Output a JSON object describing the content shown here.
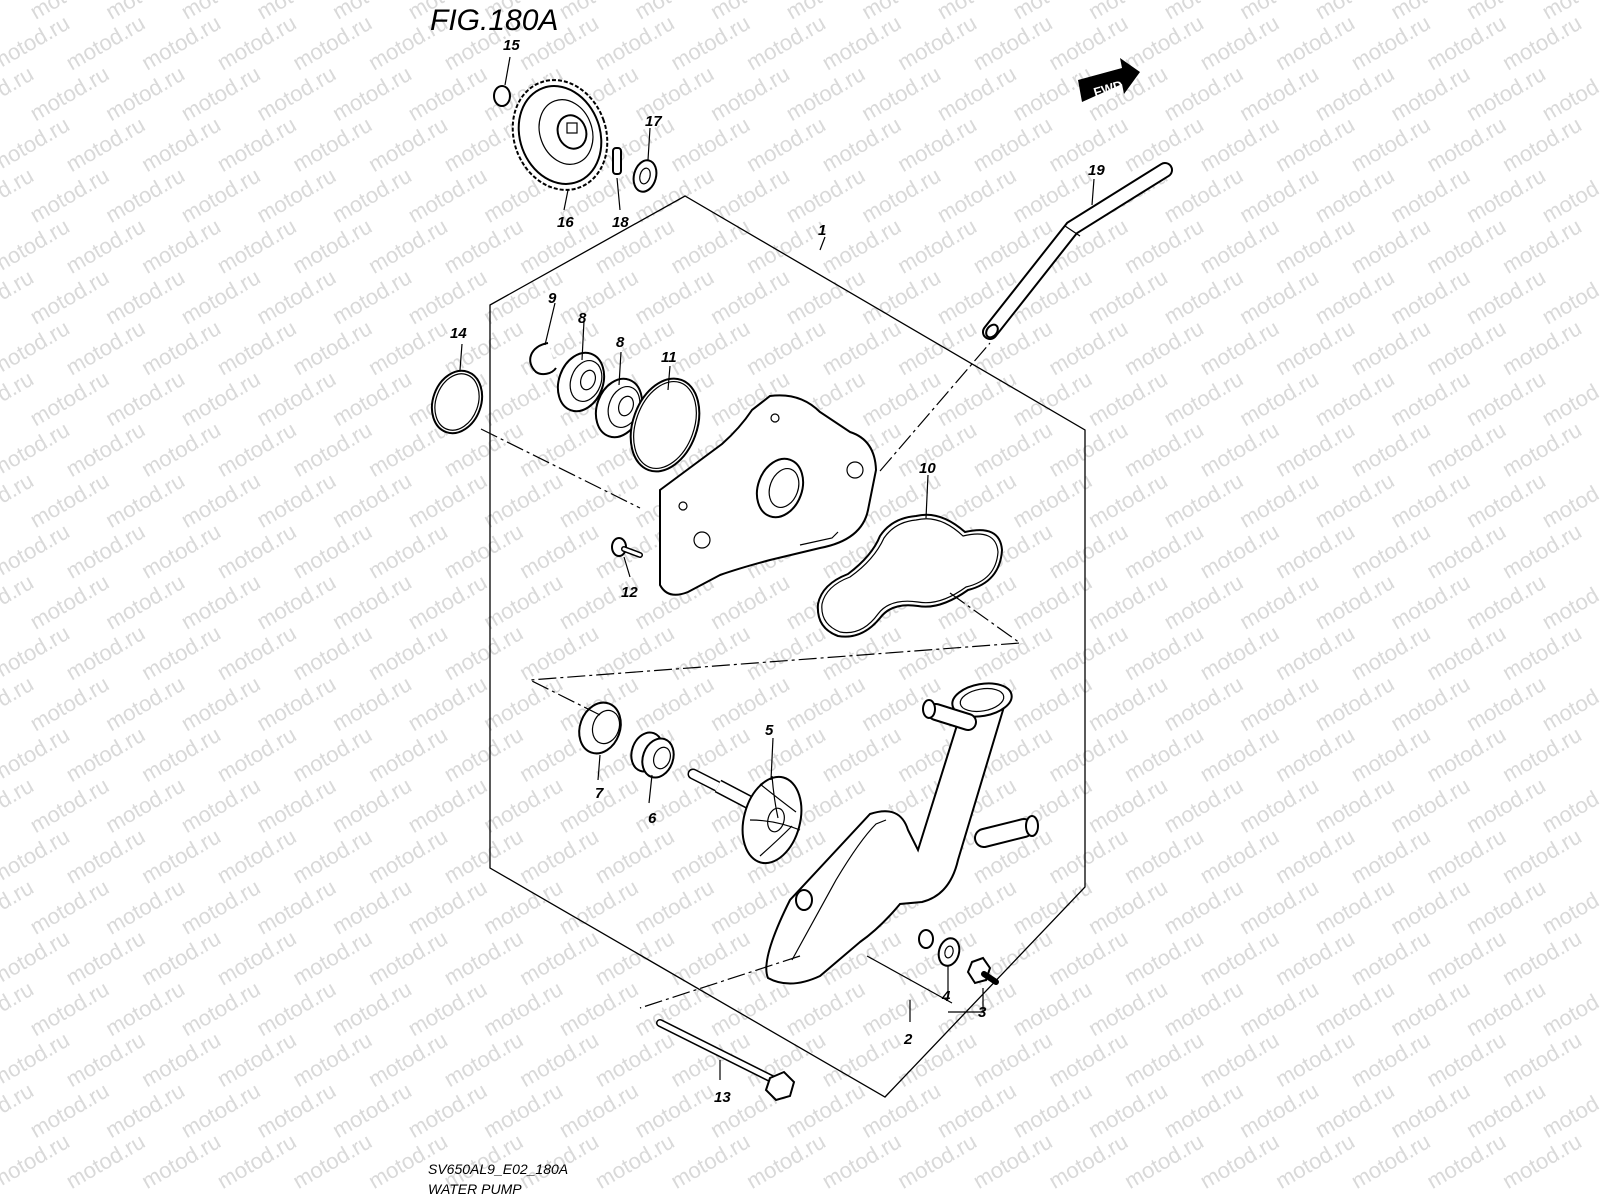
{
  "figure": {
    "title": "FIG.180A"
  },
  "badge": {
    "label": "FWD"
  },
  "watermark": {
    "text": "motod.ru"
  },
  "footer": {
    "code": "SV650AL9_E02_180A",
    "name": "WATER PUMP"
  },
  "callouts": {
    "c1": "1",
    "c2": "2",
    "c3": "3",
    "c4": "4",
    "c5": "5",
    "c6": "6",
    "c7": "7",
    "c8a": "8",
    "c8b": "8",
    "c9": "9",
    "c10": "10",
    "c11": "11",
    "c12": "12",
    "c13": "13",
    "c14": "14",
    "c15": "15",
    "c16": "16",
    "c17": "17",
    "c18": "18",
    "c19": "19"
  }
}
